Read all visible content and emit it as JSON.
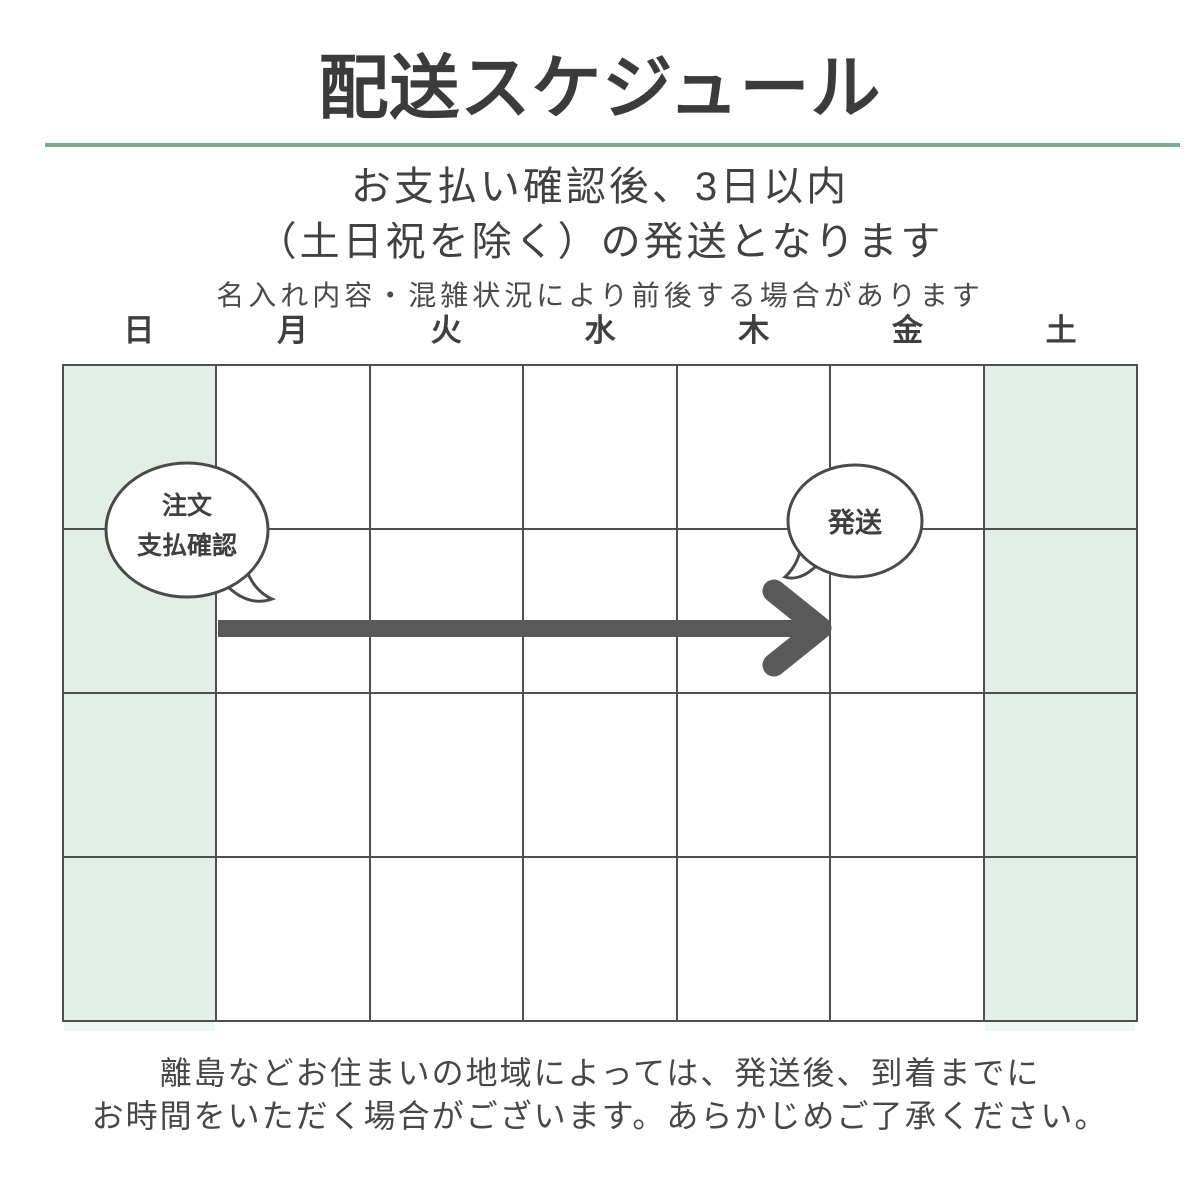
{
  "title": "配送スケジュール",
  "subtitle": {
    "line1": "お支払い確認後、3日以内",
    "line2": "（土日祝を除く）の発送となります"
  },
  "note": "名入れ内容・混雑状況により前後する場合があります",
  "calendar": {
    "day_headers": [
      "日",
      "月",
      "火",
      "水",
      "木",
      "金",
      "土"
    ],
    "columns": 7,
    "rows": 4,
    "weekend_column_indexes": [
      0,
      6
    ]
  },
  "bubbles": {
    "order": {
      "line1": "注文",
      "line2": "支払確認"
    },
    "shipping": {
      "label": "発送"
    }
  },
  "footer": {
    "line1": "離島などお住まいの地域によっては、発送後、到着までに",
    "line2": "お時間をいただく場合がございます。あらかじめご了承ください。"
  },
  "colors": {
    "text": "#3f3f3f",
    "grid_line": "#4f4f4f",
    "divider_green": "#7ca98e",
    "weekend_cell_green": "#e3eee7",
    "arrow_gray": "#595959",
    "bubble_outline": "#4a4a4a"
  }
}
